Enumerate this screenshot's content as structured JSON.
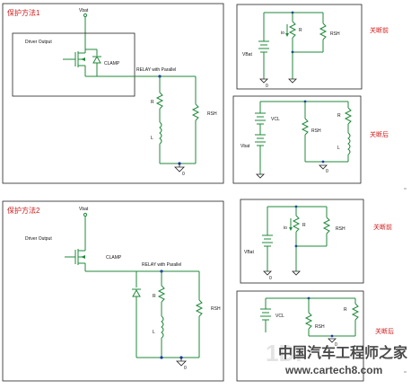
{
  "diagrams": [
    {
      "title": "保护方法1",
      "labels": {
        "vbat": "Vbat",
        "driver_output": "Driver Output",
        "clamp": "CLAMP",
        "relay": "RELAY with Parallel",
        "r": "R",
        "l": "L",
        "rsh": "RSH",
        "ground": "0"
      }
    },
    {
      "title": "保护方法2",
      "labels": {
        "vbat": "Vbat",
        "driver_output": "Driver Output",
        "clamp": "CLAMP",
        "relay": "RELAY with Parallel",
        "r": "R",
        "l": "L",
        "rsh": "RSH",
        "ground": "0"
      }
    }
  ],
  "panels": [
    {
      "side_label": "关断前",
      "labels": {
        "vbat": "VBat",
        "io": "io",
        "r": "R",
        "rsh": "RSH",
        "ground": "0"
      }
    },
    {
      "side_label": "关断后",
      "labels": {
        "vcl": "VCL",
        "vbat": "Vbat",
        "rsh": "RSH",
        "r": "R",
        "l": "L",
        "ground": "0"
      }
    },
    {
      "side_label": "关断前",
      "labels": {
        "vbat": "VBat",
        "io": "io",
        "r": "R",
        "rsh": "RSH",
        "ground": "0"
      }
    },
    {
      "side_label": "关断后",
      "labels": {
        "vcl": "VCL",
        "rsh": "RSH",
        "r": "R",
        "ground": "0"
      }
    }
  ],
  "watermark": {
    "chinese": "中国汽车工程师之家",
    "url": "www.cartech8.com",
    "ghost": "1Dr"
  }
}
